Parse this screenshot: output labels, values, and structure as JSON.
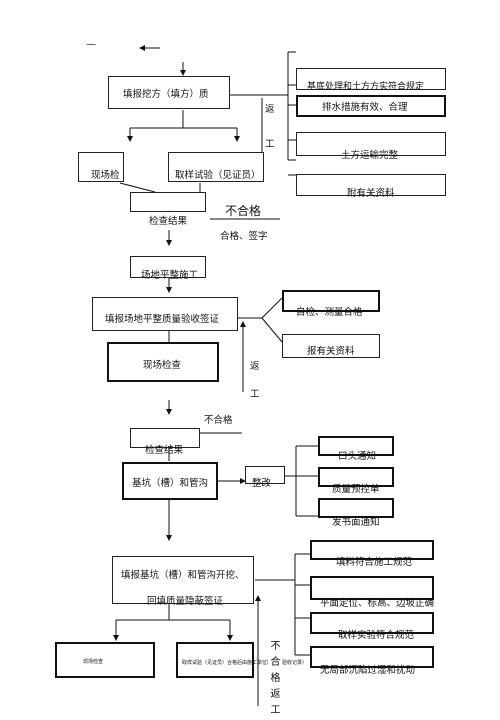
{
  "top": {
    "dash": "—",
    "arrow": "←"
  },
  "sec1": {
    "main": "填报挖方（填方）质",
    "rework_1": "返",
    "rework_2": "工",
    "right": [
      "基底处理和土方方实符合规定",
      "排水措施有效、合理",
      "土方运输完整",
      "附有关资料"
    ],
    "field_check": "现场检",
    "sampling": "取样试验（见证员）",
    "result": "检查结果",
    "fail": "不合格",
    "pass_sign": "合格、签字"
  },
  "sec2": {
    "site_level": "场地平整施工",
    "report": "填报场地平整质量验收签证",
    "field_check": "现场检查",
    "right": [
      "自检、测量合格",
      "报有关资料"
    ],
    "rework_1": "返",
    "rework_2": "工"
  },
  "sec3": {
    "fail": "不合格",
    "result": "检查结果",
    "pit": "基坑（槽）和管沟",
    "rectify": "整改",
    "right": [
      "口头通知",
      "质量预控单",
      "发书面通知"
    ]
  },
  "sec4": {
    "report_1": "填报基坑（槽）和管沟开挖、",
    "report_2": "回填质量隐蔽签证",
    "right": [
      "填料符合施工规范",
      "平面定位、标高、边坡正确",
      "取样实验符合规范",
      "无局部沉陷过湿和扰动"
    ],
    "bottom_left": "现场检查",
    "bottom_mid": "取样试验（见证员）合格后由施工单位填写（验收记录）",
    "fail_vertical": "不合格返工"
  }
}
